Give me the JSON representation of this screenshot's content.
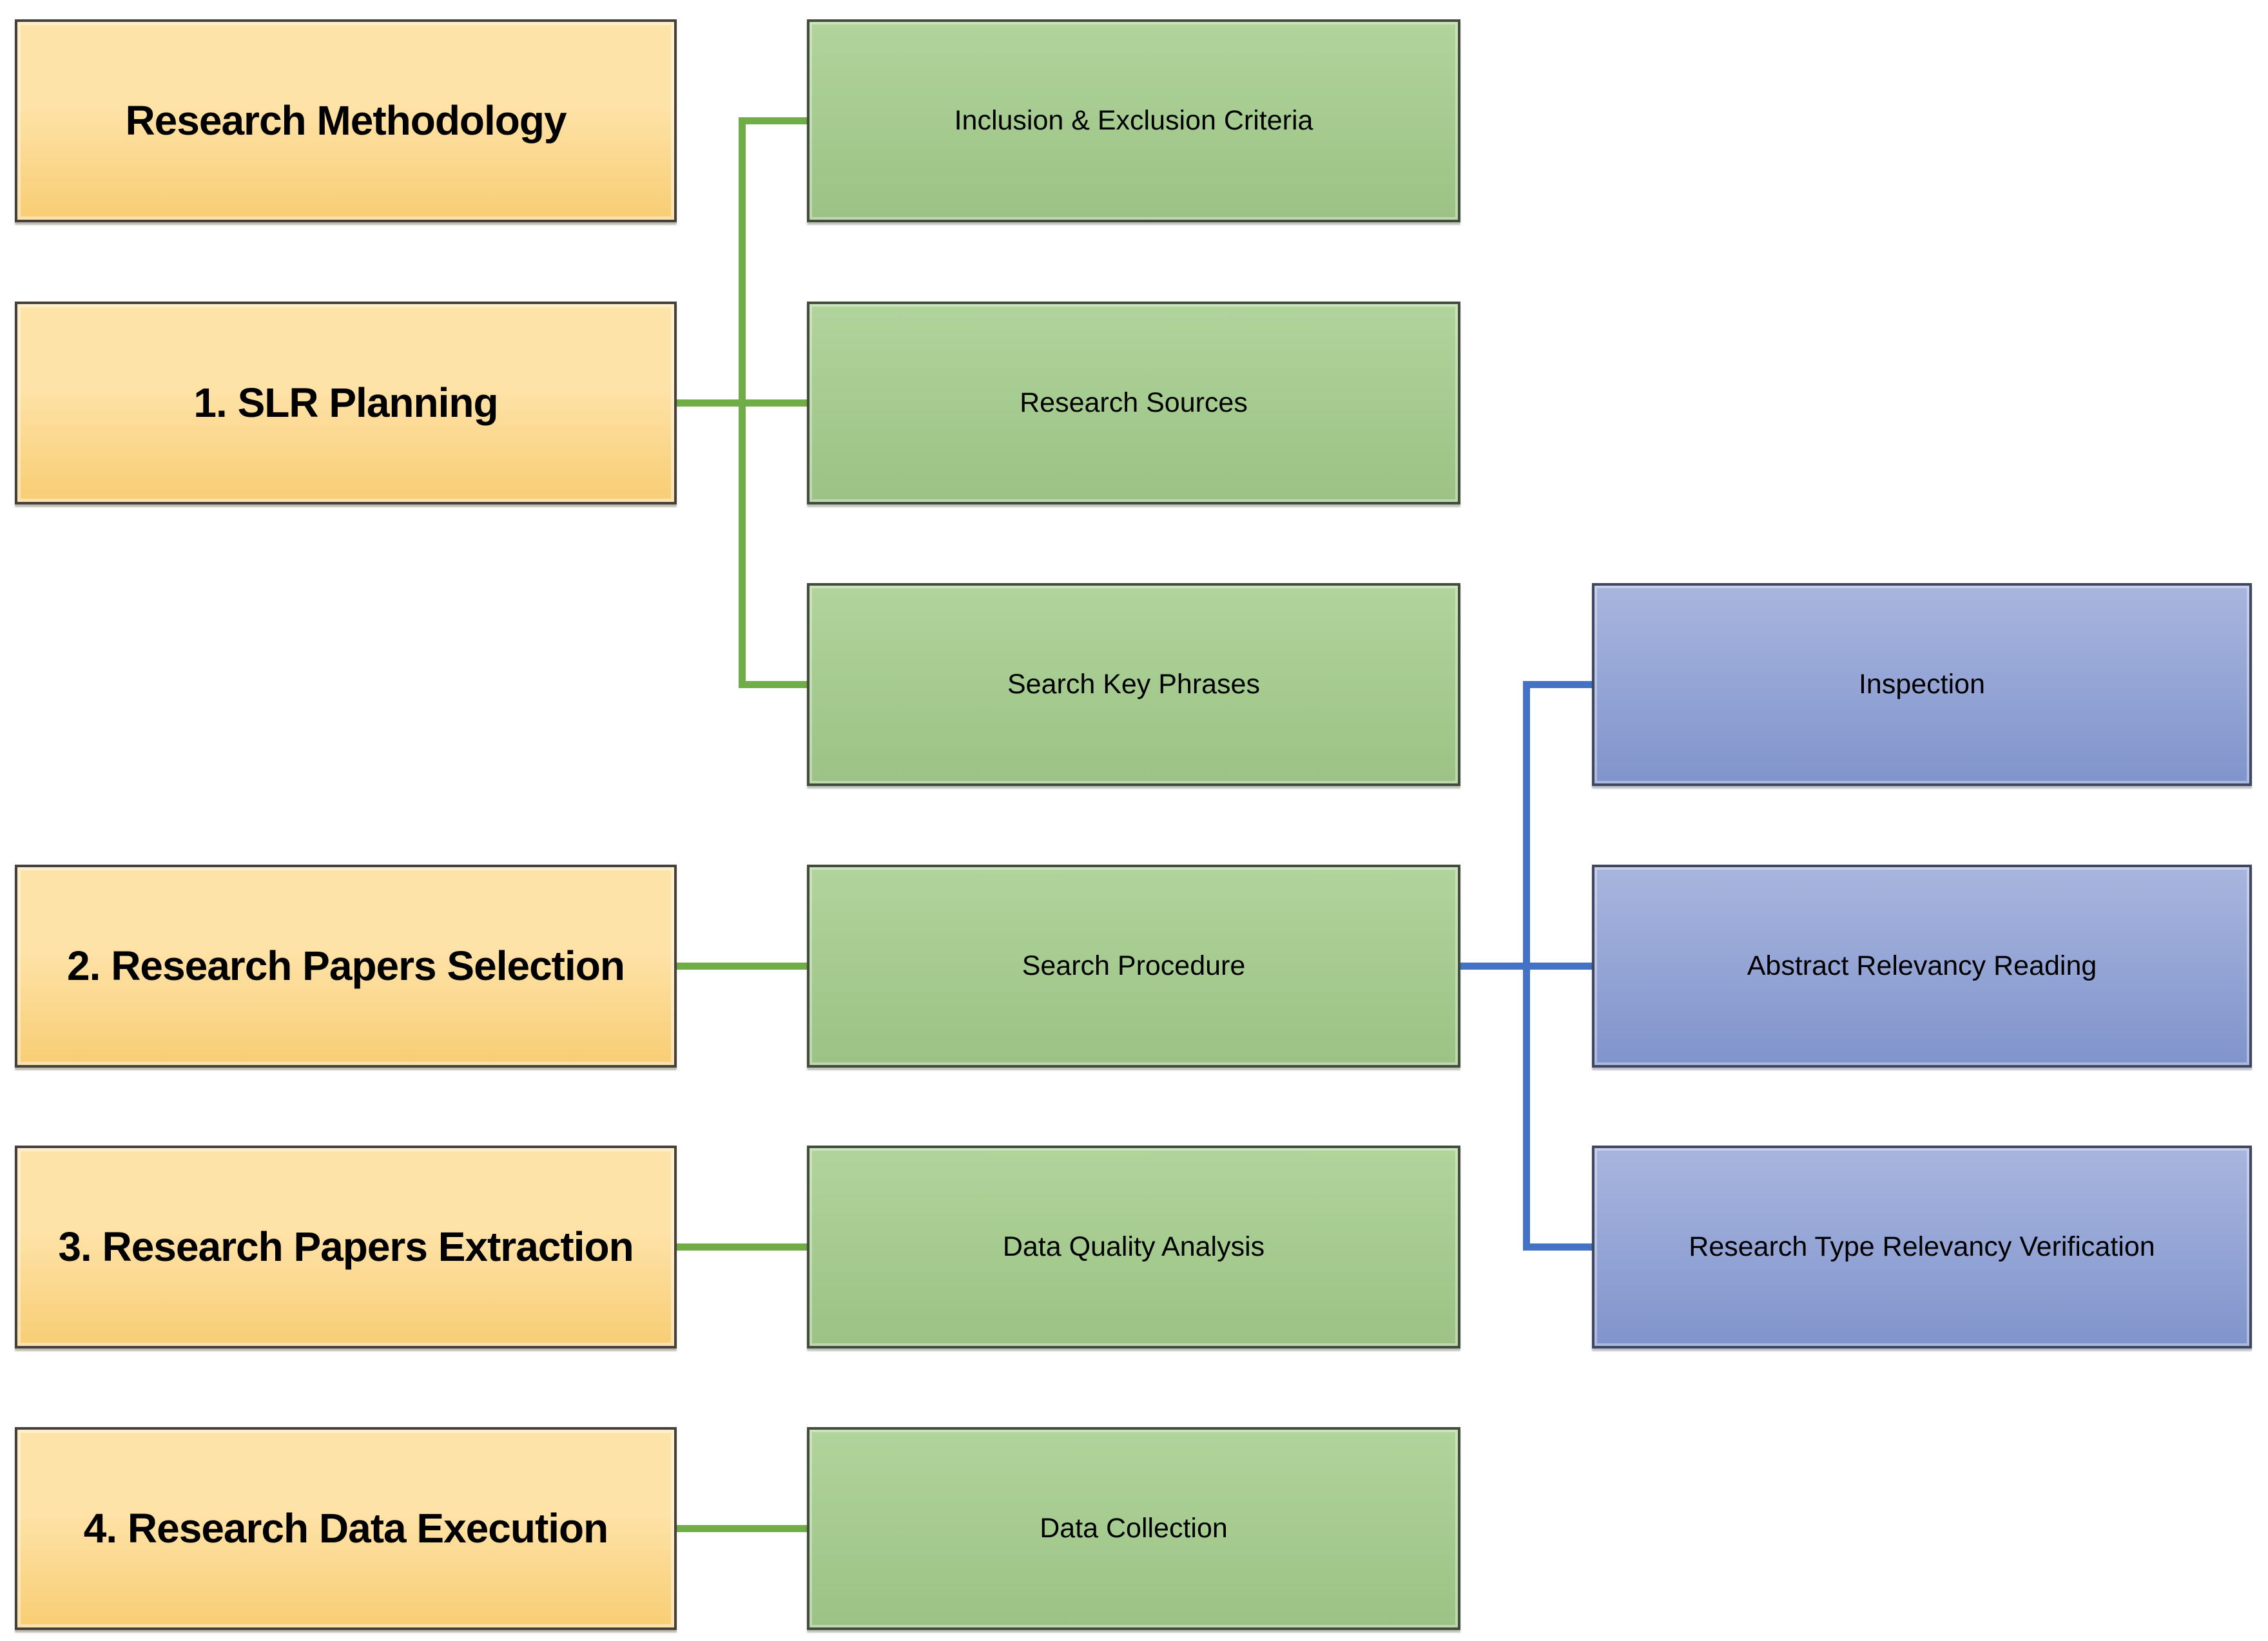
{
  "diagram": {
    "title": "Research Methodology",
    "description": "SLR research methodology flowchart"
  },
  "colors": {
    "background": "#FFFFFF",
    "text": "#000000",
    "stage_fill_top": "#FEE3A9",
    "stage_fill_bottom": "#F8CD74",
    "stage_border": "#45413A",
    "task_fill_top": "#B0D49B",
    "task_fill_bottom": "#9CC285",
    "task_border": "#414D3A",
    "subtask_fill_top": "#A8B5DE",
    "subtask_fill_bottom": "#8094CC",
    "subtask_border": "#3F4660",
    "green_connector": "#70AD47",
    "blue_connector": "#4472C4"
  },
  "nodes": [
    {
      "id": "research-methodology",
      "label": "Research Methodology",
      "type": "stage",
      "col": 0,
      "row": 0
    },
    {
      "id": "slr-planning",
      "label": "1. SLR Planning",
      "type": "stage",
      "col": 0,
      "row": 1
    },
    {
      "id": "research-papers-selection",
      "label": "2. Research Papers Selection",
      "type": "stage",
      "col": 0,
      "row": 3
    },
    {
      "id": "research-papers-extraction",
      "label": "3. Research Papers Extraction",
      "type": "stage",
      "col": 0,
      "row": 4
    },
    {
      "id": "research-data-execution",
      "label": "4. Research Data Execution",
      "type": "stage",
      "col": 0,
      "row": 5
    },
    {
      "id": "inclusion-exclusion-criteria",
      "label": "Inclusion & Exclusion Criteria",
      "type": "task",
      "col": 1,
      "row": 0
    },
    {
      "id": "research-sources",
      "label": "Research Sources",
      "type": "task",
      "col": 1,
      "row": 1
    },
    {
      "id": "search-key-phrases",
      "label": "Search Key Phrases",
      "type": "task",
      "col": 1,
      "row": 2
    },
    {
      "id": "search-procedure",
      "label": "Search Procedure",
      "type": "task",
      "col": 1,
      "row": 3
    },
    {
      "id": "data-quality-analysis",
      "label": "Data Quality Analysis",
      "type": "task",
      "col": 1,
      "row": 4
    },
    {
      "id": "data-collection",
      "label": "Data Collection",
      "type": "task",
      "col": 1,
      "row": 5
    },
    {
      "id": "inspection",
      "label": "Inspection",
      "type": "subtask",
      "col": 2,
      "row": 2
    },
    {
      "id": "abstract-relevancy-reading",
      "label": "Abstract Relevancy Reading",
      "type": "subtask",
      "col": 2,
      "row": 3
    },
    {
      "id": "research-type-relevancy-verification",
      "label": "Research Type Relevancy Verification",
      "type": "subtask",
      "col": 2,
      "row": 4
    }
  ],
  "edges": [
    {
      "from": "slr-planning",
      "to": "inclusion-exclusion-criteria",
      "color": "green"
    },
    {
      "from": "slr-planning",
      "to": "research-sources",
      "color": "green"
    },
    {
      "from": "slr-planning",
      "to": "search-key-phrases",
      "color": "green"
    },
    {
      "from": "research-papers-selection",
      "to": "search-procedure",
      "color": "green"
    },
    {
      "from": "research-papers-extraction",
      "to": "data-quality-analysis",
      "color": "green"
    },
    {
      "from": "research-data-execution",
      "to": "data-collection",
      "color": "green"
    },
    {
      "from": "search-procedure",
      "to": "inspection",
      "color": "blue"
    },
    {
      "from": "search-procedure",
      "to": "abstract-relevancy-reading",
      "color": "blue"
    },
    {
      "from": "search-procedure",
      "to": "research-type-relevancy-verification",
      "color": "blue"
    }
  ]
}
